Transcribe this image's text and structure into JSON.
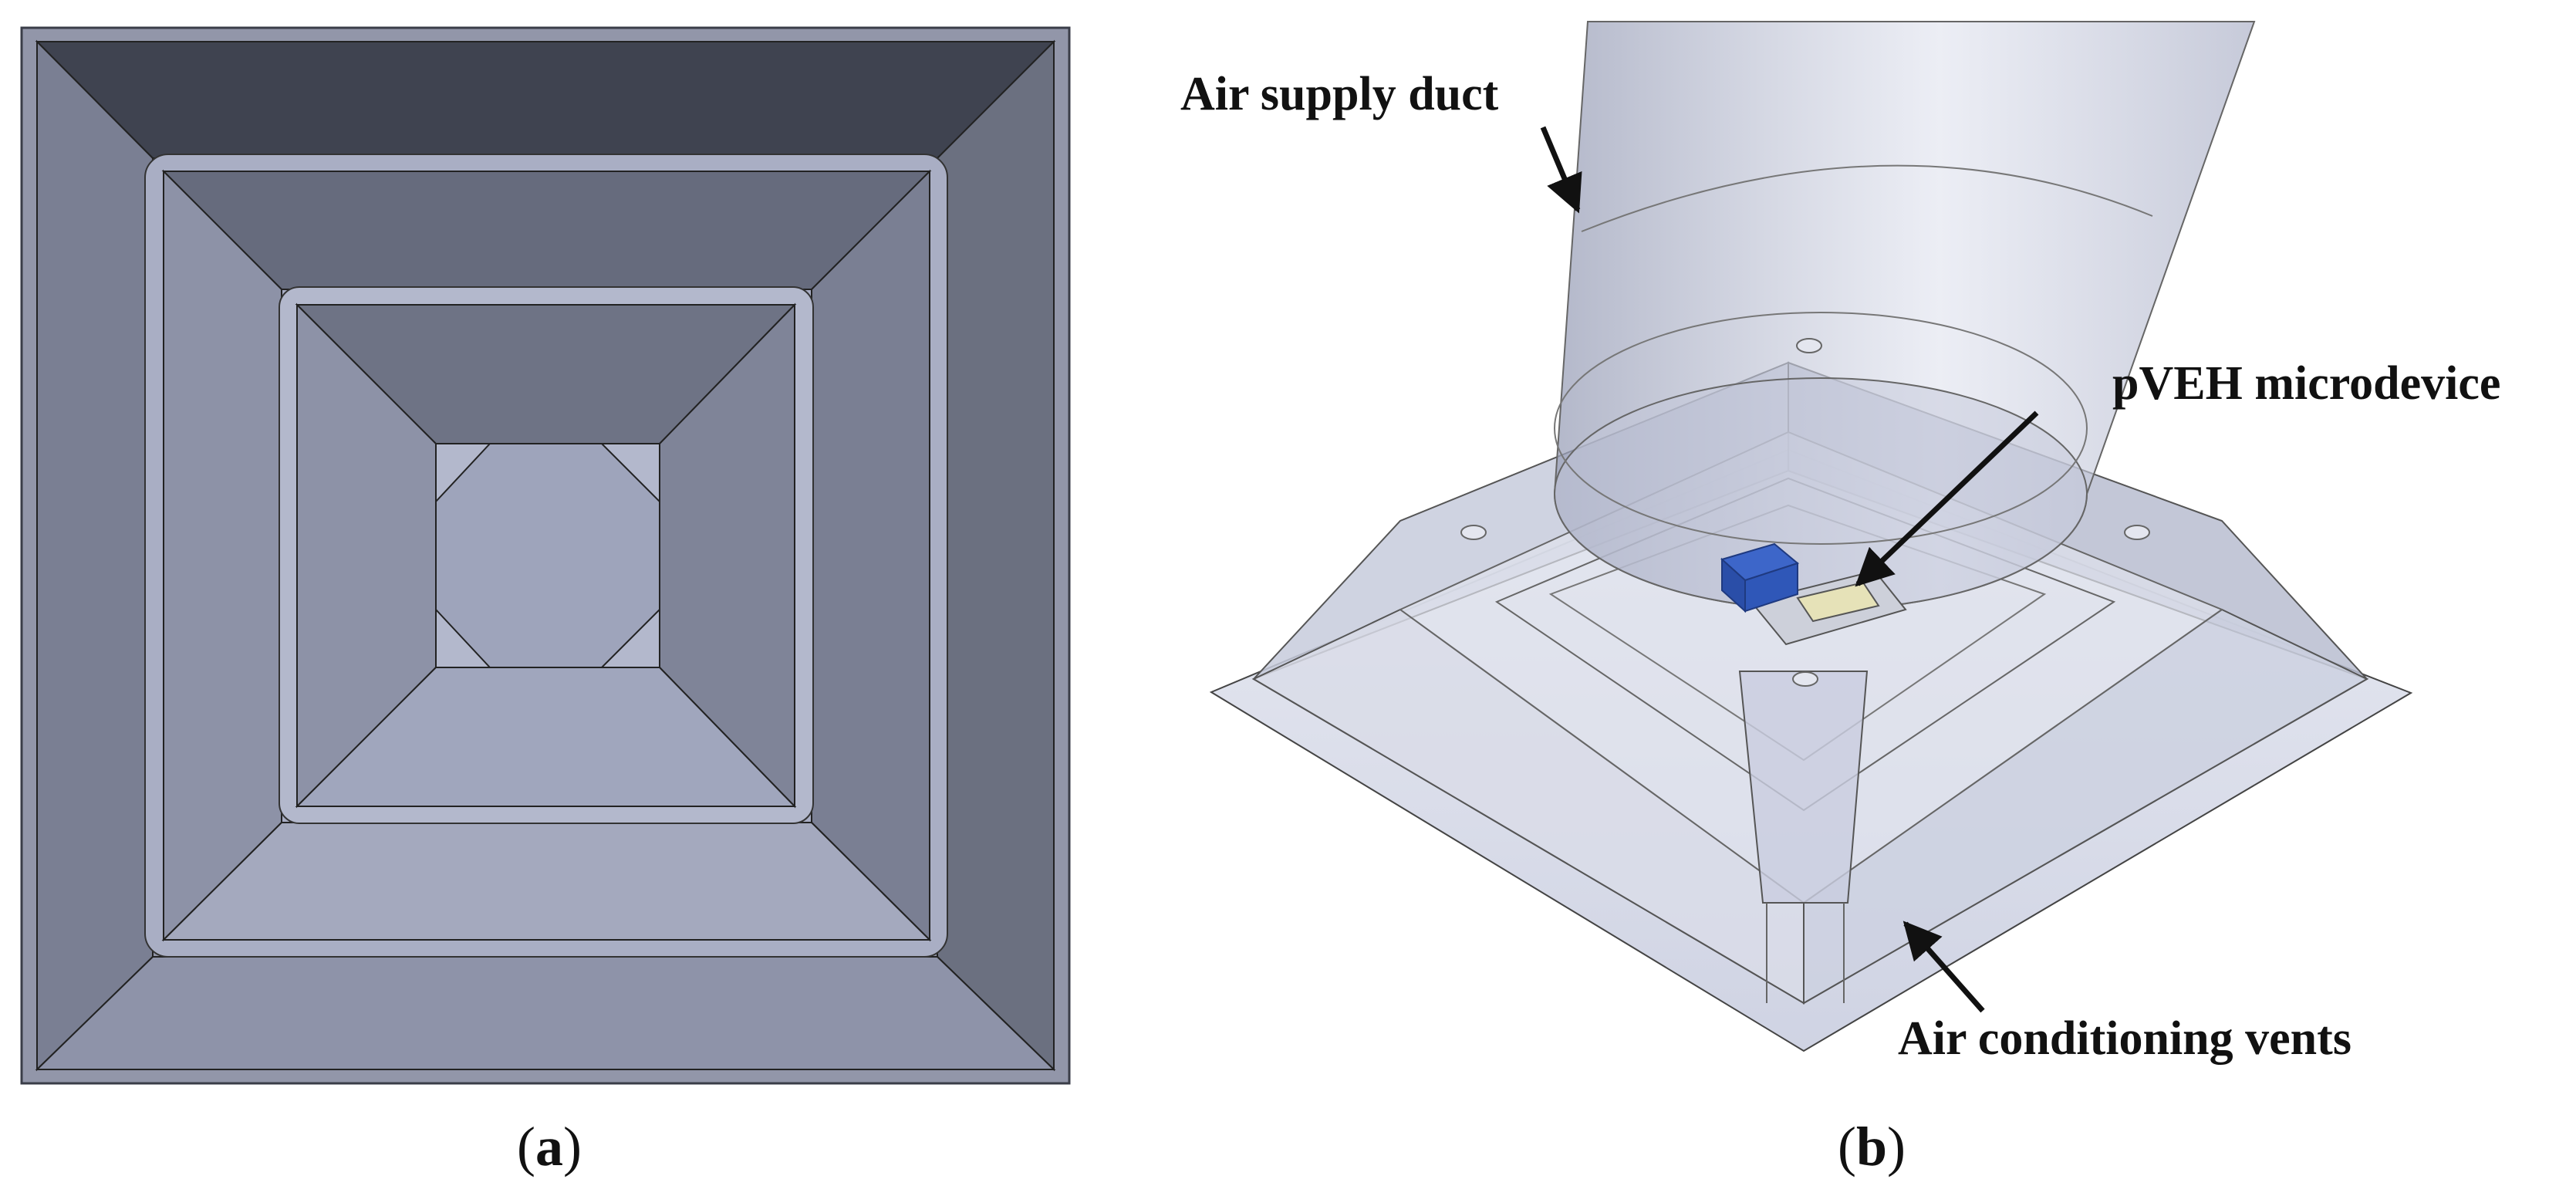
{
  "panel_a": {
    "caption_open": "(",
    "caption_letter": "a",
    "caption_close": ")"
  },
  "panel_b": {
    "caption_open": "(",
    "caption_letter": "b",
    "caption_close": ")",
    "labels": {
      "air_supply_duct": "Air supply duct",
      "pveh_microdevice": "pVEH microdevice",
      "air_conditioning_vents": "Air conditioning vents"
    }
  },
  "colors": {
    "diffuser_outer_dark": "#3f4350",
    "diffuser_side_mid": "#6b7080",
    "diffuser_face_light": "#a0a6bd",
    "device_blue": "#2f57b8",
    "duct_translucent": "#b8bdd4"
  }
}
